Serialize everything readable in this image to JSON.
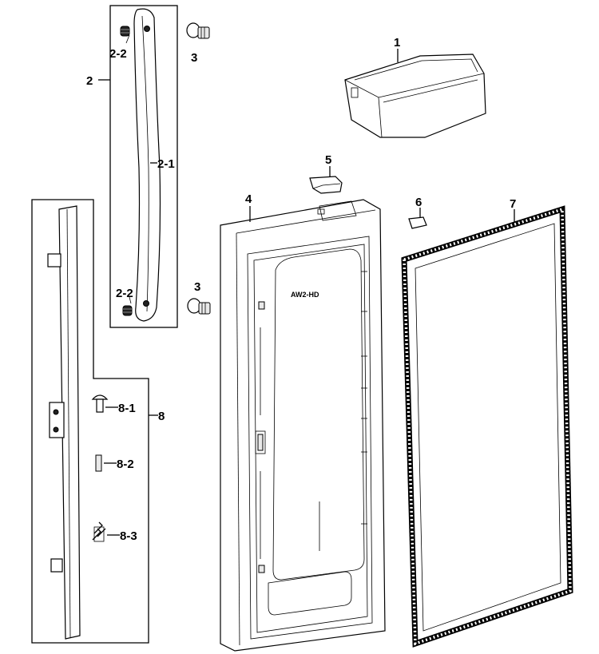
{
  "labels": {
    "p1": "1",
    "p2": "2",
    "p2_1": "2-1",
    "p2_2_top": "2-2",
    "p2_2_bottom": "2-2",
    "p3_top": "3",
    "p3_bottom": "3",
    "p4": "4",
    "p5": "5",
    "p6": "6",
    "p7": "7",
    "p8": "8",
    "p8_1": "8-1",
    "p8_2": "8-2",
    "p8_3": "8-3"
  },
  "door_marking": "AW2-HD"
}
